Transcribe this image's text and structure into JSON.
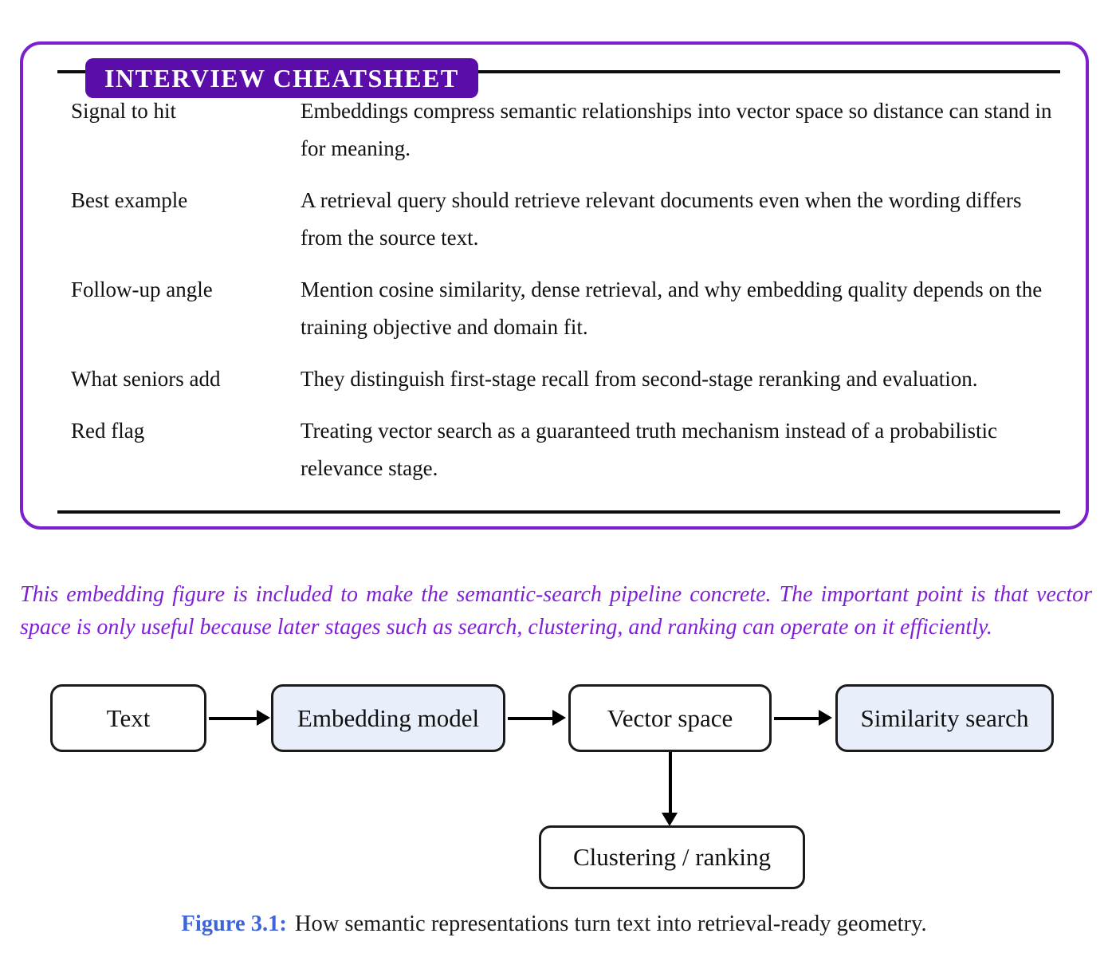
{
  "cheatsheet": {
    "title": "INTERVIEW CHEATSHEET",
    "rows": [
      {
        "label": "Signal to hit",
        "text": "Embeddings compress semantic relationships into vector space so distance can stand in for meaning."
      },
      {
        "label": "Best example",
        "text": "A retrieval query should retrieve relevant documents even when the wording differs from the source text."
      },
      {
        "label": "Follow-up angle",
        "text": "Mention cosine similarity, dense retrieval, and why embedding quality depends on the training objective and domain fit."
      },
      {
        "label": "What seniors add",
        "text": "They distinguish first-stage recall from second-stage reranking and evaluation."
      },
      {
        "label": "Red flag",
        "text": "Treating vector search as a guaranteed truth mechanism instead of a probabilistic relevance stage."
      }
    ]
  },
  "note": "This embedding figure is included to make the semantic-search pipeline concrete. The important point is that vector space is only useful because later stages such as search, clustering, and ranking can operate on it efficiently.",
  "diagram": {
    "nodes": [
      {
        "label": "Text",
        "fill": "#ffffff"
      },
      {
        "label": "Embedding model",
        "fill": "#e8eefa"
      },
      {
        "label": "Vector space",
        "fill": "#ffffff"
      },
      {
        "label": "Similarity search",
        "fill": "#e8eefa"
      },
      {
        "label": "Clustering / ranking",
        "fill": "#ffffff"
      }
    ],
    "edges": [
      "Text -> Embedding model",
      "Embedding model -> Vector space",
      "Vector space -> Similarity search",
      "Vector space -> Clustering / ranking"
    ]
  },
  "caption": {
    "prefix": "Figure 3.1:",
    "text": "How semantic representations turn text into retrieval-ready geometry."
  },
  "colors": {
    "badge_purple": "#5a0da8",
    "frame_purple": "#7d1fd1",
    "note_purple": "#7f1fd6",
    "node_fill_blue": "#e8eefa",
    "caption_blue": "#3d64d8",
    "rule_black": "#0d0d0d"
  }
}
